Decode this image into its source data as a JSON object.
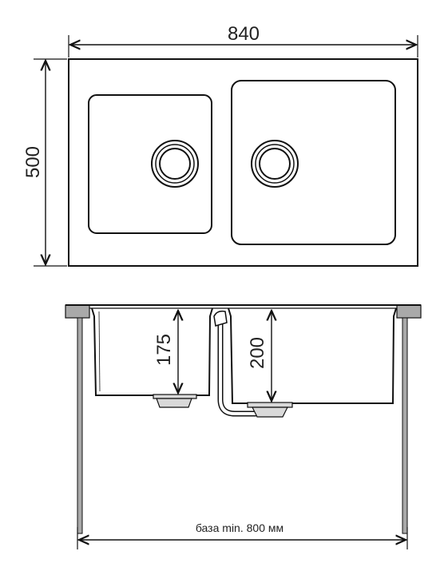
{
  "top_view": {
    "width_label": "840",
    "height_label": "500"
  },
  "side_view": {
    "left_depth_label": "175",
    "right_depth_label": "200",
    "base_label": "база min. 800 мм"
  },
  "colors": {
    "line": "#111111",
    "gray_fill": "#a9a9a9",
    "light_gray": "#d9d9d9"
  }
}
